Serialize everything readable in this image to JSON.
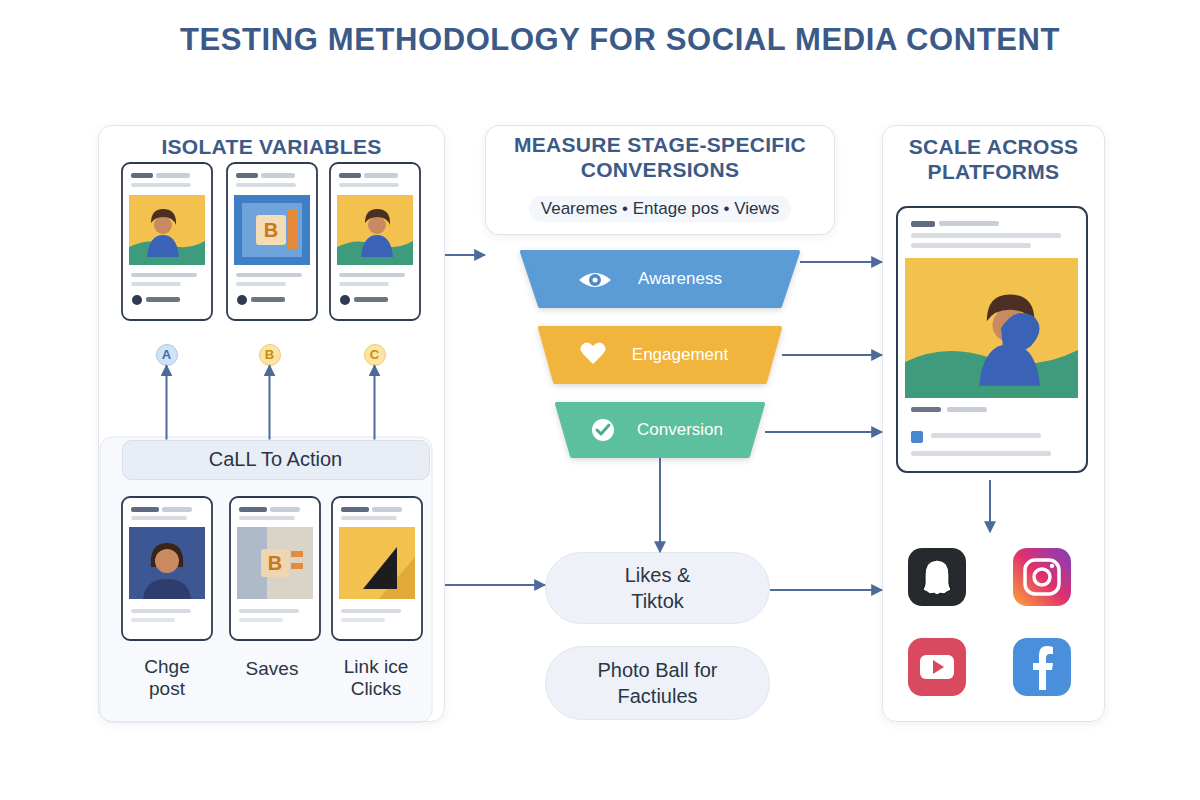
{
  "diagram": {
    "title": "TESTING METHODOLOGY FOR SOCIAL MEDIA CONTENT",
    "nodes": [
      {
        "text": [
          "ISOLATE VARIABLES"
        ]
      },
      {
        "text": [
          "A"
        ],
        "in": 0
      },
      {
        "text": [
          "B"
        ],
        "in": 0
      },
      {
        "text": [
          "C"
        ],
        "in": 0
      },
      {
        "text": [
          "CaLL To Action"
        ],
        "in": 0
      },
      {
        "text": [
          "MEASURE STAGE-SPECIFIC CONVERSIONS",
          "Vearemes • Entage pos • Views"
        ]
      },
      {
        "text": [
          "Awareness"
        ]
      },
      {
        "text": [
          "Engagement"
        ]
      },
      {
        "text": [
          "Conversion"
        ]
      },
      {
        "text": [
          "Likes & Tiktok"
        ]
      },
      {
        "text": [
          "Photo Ball for Factiules"
        ]
      },
      {
        "text": [
          "SCALE ACROSS PLATFORMS"
        ]
      }
    ],
    "edges": [
      {
        "from": 0,
        "to": 5,
        "arrow": "to"
      },
      {
        "from": 4,
        "to": 1,
        "arrow": "to"
      },
      {
        "from": 4,
        "to": 2,
        "arrow": "to"
      },
      {
        "from": 4,
        "to": 3,
        "arrow": "to"
      },
      {
        "from": 0,
        "to": 9,
        "arrow": "to"
      },
      {
        "from": 6,
        "to": 11,
        "arrow": "to"
      },
      {
        "from": 7,
        "to": 11,
        "arrow": "to"
      },
      {
        "from": 8,
        "to": 11,
        "arrow": "to"
      },
      {
        "from": 8,
        "to": 9,
        "arrow": "to"
      },
      {
        "from": 9,
        "to": 11,
        "arrow": "to"
      }
    ],
    "labels": [
      "B",
      "B",
      "Chge post",
      "Saves",
      "Link ice Clicks"
    ]
  }
}
